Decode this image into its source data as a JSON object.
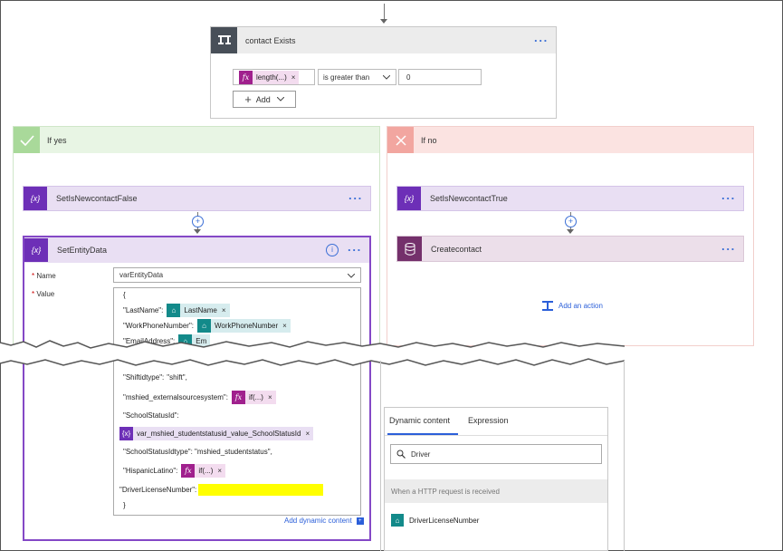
{
  "condition": {
    "title": "contact Exists",
    "expression_label": "length(...)",
    "operator": "is greater than",
    "compare_value": "0",
    "add_label": "Add"
  },
  "if_yes": {
    "label": "If yes"
  },
  "if_no": {
    "label": "If no"
  },
  "yes_actions": {
    "first_title": "SetIsNewcontactFalse",
    "second_title": "SetEntityData",
    "name_label": "Name",
    "name_value": "varEntityData",
    "value_label": "Value"
  },
  "no_actions": {
    "first_title": "SetIsNewcontactTrue",
    "second_title": "Createcontact",
    "add_action_label": "Add an action"
  },
  "json_body": {
    "open_brace": "{",
    "l1_key": "\"LastName\":",
    "l1_token": "LastName",
    "l2_key": "\"WorkPhoneNumber\":",
    "l2_token": "WorkPhoneNumber",
    "l3_key": "\"EmailAddress\":",
    "l3_token": "Em",
    "l4_key": "\"Shiftidtype\":",
    "l4_value": "\"shift\",",
    "l5_key": "\"mshied_externalsourcesystem\":",
    "l5_token": "if(...)",
    "l6_key": "\"SchoolStatusId\":",
    "l7_token": "var_mshied_studentstatusid_value_SchoolStatusId",
    "l8_text": "\"SchoolStatusIdtype\": \"mshied_studentstatus\",",
    "l9_key": "\"HispanicLatino\":",
    "l9_token": "if(...)",
    "l10_key": "\"DriverLicenseNumber\":",
    "close_brace": "}",
    "add_dynamic_label": "Add dynamic content"
  },
  "dynamic_panel": {
    "tab_dynamic": "Dynamic content",
    "tab_expression": "Expression",
    "search_value": "Driver",
    "section_title": "When a HTTP request is received",
    "item_label": "DriverLicenseNumber"
  },
  "colors": {
    "yes_header": "#e8f5e4",
    "no_header": "#fbe3e1",
    "variable_purple": "#6d2fb7",
    "highlight_yellow": "#ffff00",
    "link_blue": "#2b5fd9"
  }
}
